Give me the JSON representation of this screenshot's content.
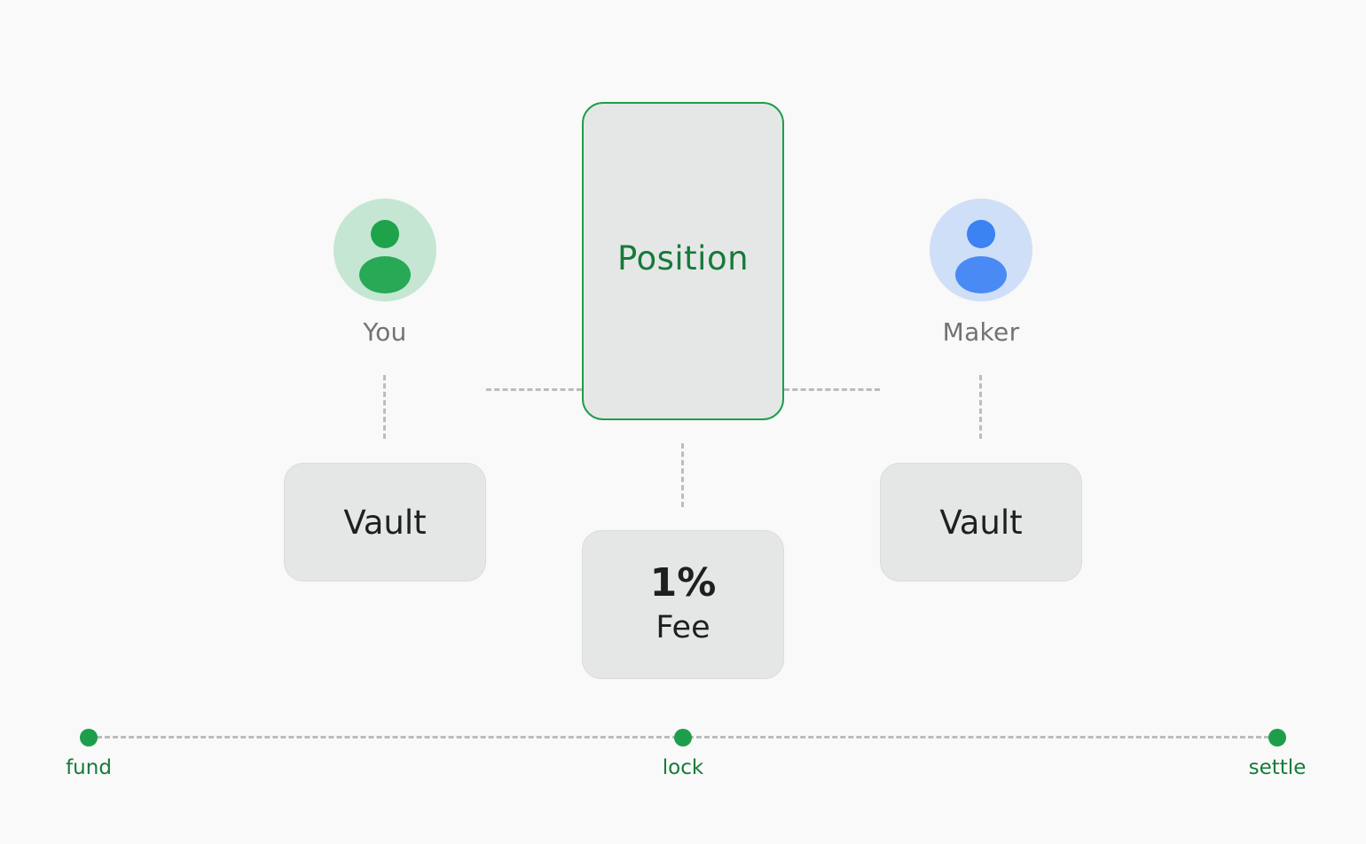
{
  "parties": {
    "you": {
      "label": "You",
      "color": "#27a955"
    },
    "maker": {
      "label": "Maker",
      "color": "#4a8af4"
    }
  },
  "position": {
    "label": "Position",
    "accent": "#1e9e4a"
  },
  "vaults": {
    "you_label": "Vault",
    "maker_label": "Vault"
  },
  "fee": {
    "value": "1%",
    "label": "Fee"
  },
  "timeline": {
    "steps": [
      "fund",
      "lock",
      "settle"
    ]
  }
}
